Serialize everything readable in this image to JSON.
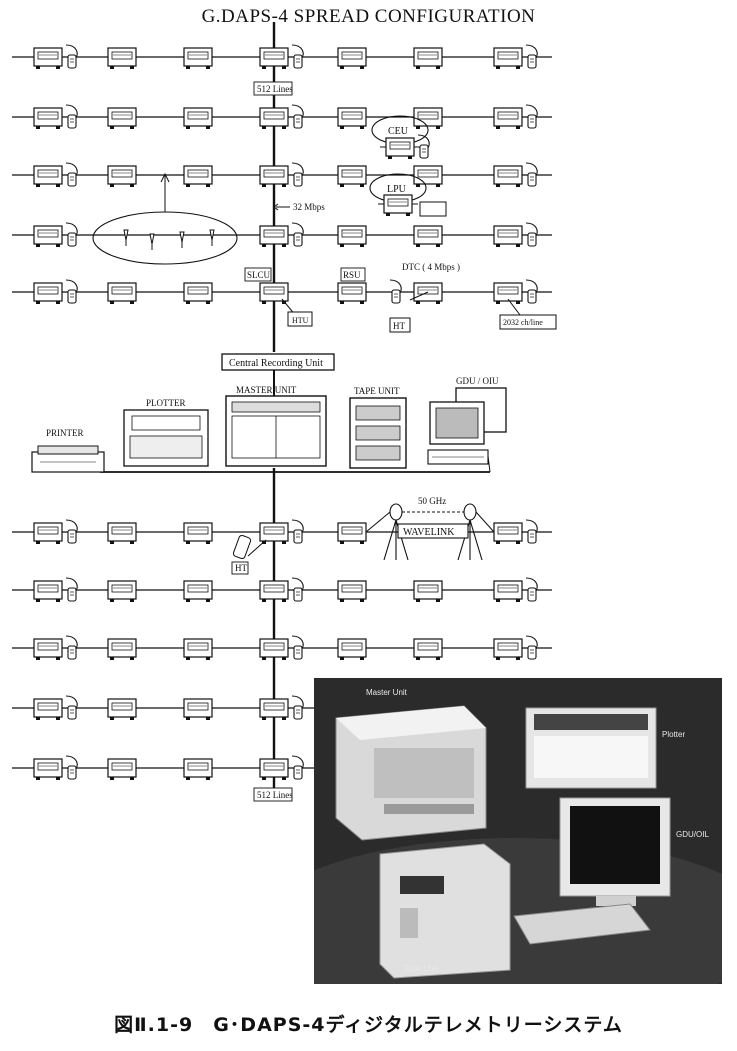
{
  "title": "G.DAPS-4  SPREAD CONFIGURATION",
  "caption": "図Ⅱ.1-9　G･DAPS-4ディジタルテレメトリーシステム",
  "labels": {
    "lines_top": "512 Lines",
    "lines_bottom": "512 Lines",
    "ceu": "CEU",
    "lpu": "LPU",
    "rate_32": "32 Mbps",
    "slcu": "SLCU",
    "rsu": "RSU",
    "dtc": "DTC ( 4 Mbps )",
    "htu": "HTU",
    "ht_1": "HT",
    "ht_2": "HT",
    "channels": "2032 ch/line",
    "central": "Central Recording Unit",
    "plotter": "PLOTTER",
    "master": "MASTER UNIT",
    "tape": "TAPE UNIT",
    "gdu": "GDU / OIU",
    "printer": "PRINTER",
    "ghz": "50 GHz",
    "wavelink": "WAVELINK"
  },
  "photo_labels": {
    "master": "Master Unit",
    "plotter": "Plotter",
    "gdu": "GDU/OIL",
    "tape": "Tape Unit"
  }
}
